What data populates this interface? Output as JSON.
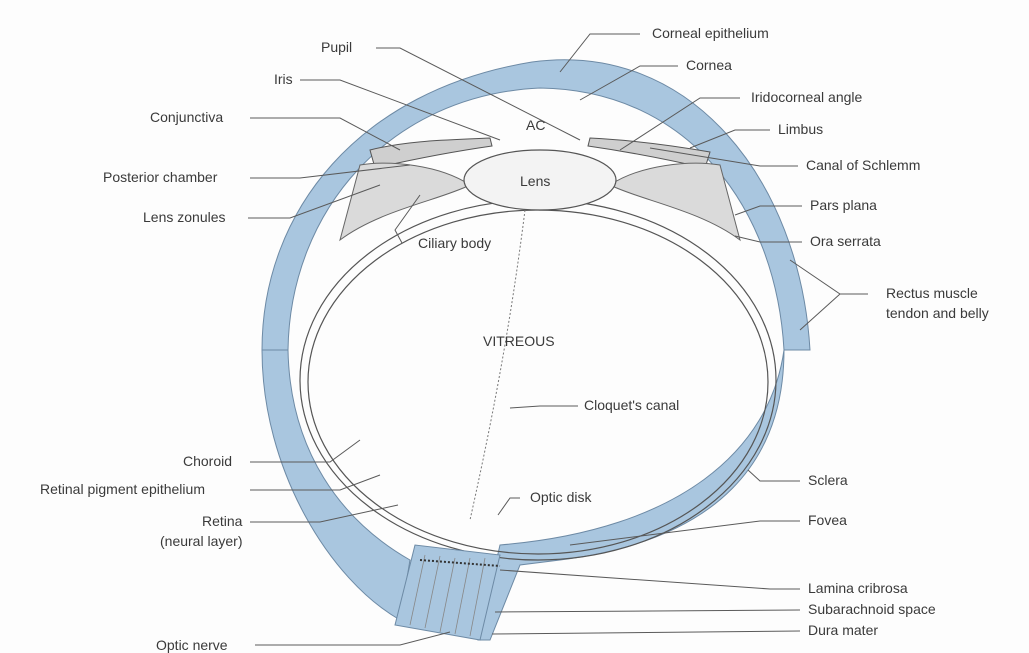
{
  "colors": {
    "sclera": "#a9c6df",
    "line": "#555555",
    "text": "#3a3a3a"
  },
  "chamber_labels": {
    "ac": "AC",
    "lens": "Lens",
    "vitreous": "VITREOUS"
  },
  "labels_left": {
    "pupil": "Pupil",
    "iris": "Iris",
    "conjunctiva": "Conjunctiva",
    "posterior_chamber": "Posterior chamber",
    "lens_zonules": "Lens zonules",
    "ciliary_body": "Ciliary body",
    "choroid": "Choroid",
    "rpe": "Retinal pigment epithelium",
    "retina_line1": "Retina",
    "retina_line2": "(neural layer)",
    "optic_nerve": "Optic nerve"
  },
  "labels_right": {
    "corneal_epithelium": "Corneal epithelium",
    "cornea": "Cornea",
    "iridocorneal_angle": "Iridocorneal angle",
    "limbus": "Limbus",
    "canal_of_schlemm": "Canal of Schlemm",
    "pars_plana": "Pars plana",
    "ora_serrata": "Ora serrata",
    "rectus_line1": "Rectus muscle",
    "rectus_line2": "tendon and belly",
    "cloquets_canal": "Cloquet's canal",
    "sclera": "Sclera",
    "optic_disk": "Optic disk",
    "fovea": "Fovea",
    "lamina_cribrosa": "Lamina cribrosa",
    "subarachnoid_space": "Subarachnoid space",
    "dura_mater": "Dura mater"
  }
}
